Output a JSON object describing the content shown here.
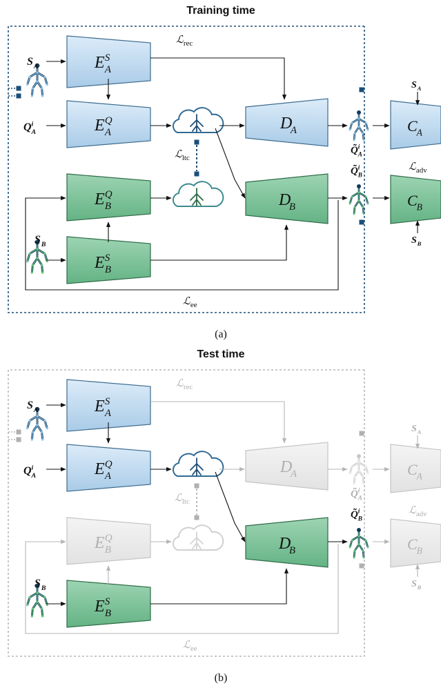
{
  "panels": [
    {
      "id": "a",
      "title": "Training time",
      "caption": "(a)",
      "dimmed": false,
      "losses": {
        "rec": {
          "main": "ℒ",
          "sub": "rec"
        },
        "ltc": {
          "main": "ℒ",
          "sub": "ltc"
        },
        "adv": {
          "main": "ℒ",
          "sub": "adv"
        },
        "ee": {
          "main": "ℒ",
          "sub": "ee"
        }
      }
    },
    {
      "id": "b",
      "title": "Test time",
      "caption": "(b)",
      "dimmed": true,
      "losses": {
        "rec": {
          "main": "ℒ",
          "sub": "rec"
        },
        "ltc": {
          "main": "ℒ",
          "sub": "ltc"
        },
        "adv": {
          "main": "ℒ",
          "sub": "adv"
        },
        "ee": {
          "main": "ℒ",
          "sub": "ee"
        }
      }
    }
  ],
  "modules": {
    "E_A_S": {
      "base": "E",
      "sub": "A",
      "sup": "S"
    },
    "E_A_Q": {
      "base": "E",
      "sub": "A",
      "sup": "Q"
    },
    "E_B_Q": {
      "base": "E",
      "sub": "B",
      "sup": "Q"
    },
    "E_B_S": {
      "base": "E",
      "sub": "B",
      "sup": "S"
    },
    "D_A": {
      "base": "D",
      "sub": "A"
    },
    "D_B": {
      "base": "D",
      "sub": "B"
    },
    "C_A": {
      "base": "C",
      "sub": "A"
    },
    "C_B": {
      "base": "C",
      "sub": "B"
    }
  },
  "inputs": {
    "S_A": {
      "base": "S",
      "sub": "A"
    },
    "Q_A": {
      "base": "Q",
      "sub": "A",
      "sup": "i"
    },
    "S_B": {
      "base": "S",
      "sub": "B"
    }
  },
  "outputs": {
    "Qt_A": {
      "base": "Q̃",
      "sub": "A",
      "sup": "i"
    },
    "Qt_B": {
      "base": "Q̃",
      "sub": "B",
      "sup": "i"
    }
  },
  "colors": {
    "blue_fill": "#c5def2",
    "blue_stroke": "#3c6b8e",
    "green_fill": "#7cc49a",
    "green_stroke": "#2d6a46",
    "gray_fill": "#ececec",
    "gray_stroke": "#c4c4c4",
    "dashed_frame": "#1b4f7a",
    "dashed_frame_dim": "#b8b8b8"
  }
}
